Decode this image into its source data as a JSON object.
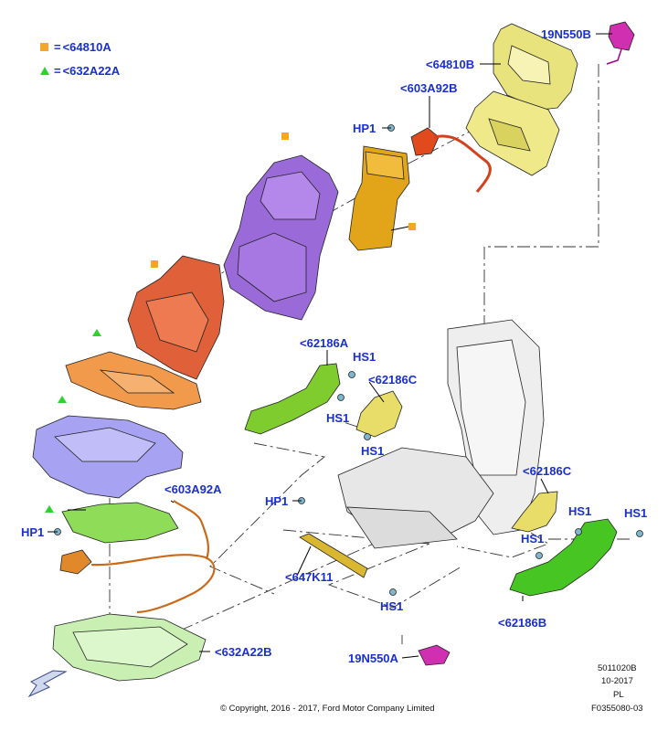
{
  "legend": [
    {
      "symbol": "orange-square",
      "eq": "=",
      "part": "<64810A"
    },
    {
      "symbol": "green-triangle",
      "eq": "=",
      "part": "<632A22A"
    }
  ],
  "labels": {
    "l19n550b": "19N550B",
    "l64810b": "<64810B",
    "l603a92b": "<603A92B",
    "hp1_top": "HP1",
    "l62186a": "<62186A",
    "hs1_a": "HS1",
    "l62186c_top": "<62186C",
    "hs1_b": "HS1",
    "hs1_c": "HS1",
    "l603a92a": "<603A92A",
    "hp1_mid": "HP1",
    "hp1_left": "HP1",
    "l62186c_right": "<62186C",
    "hs1_d": "HS1",
    "hs1_e": "HS1",
    "hs1_f": "HS1",
    "l647k11": "<647K11",
    "hs1_g": "HS1",
    "l62186b": "<62186B",
    "l632a22b": "<632A22B",
    "l19n550a": "19N550A"
  },
  "footer": {
    "copyright": "© Copyright, 2016 - 2017, Ford Motor Company Limited",
    "code": "5011020B",
    "date": "10-2017",
    "lang": "PL",
    "figure": "F0355080-03"
  },
  "colors": {
    "label": "#1a2fd0",
    "legend_square": "#f5a623",
    "legend_triangle": "#2fd12f"
  },
  "icons": [
    "front-direction-arrow-icon"
  ]
}
